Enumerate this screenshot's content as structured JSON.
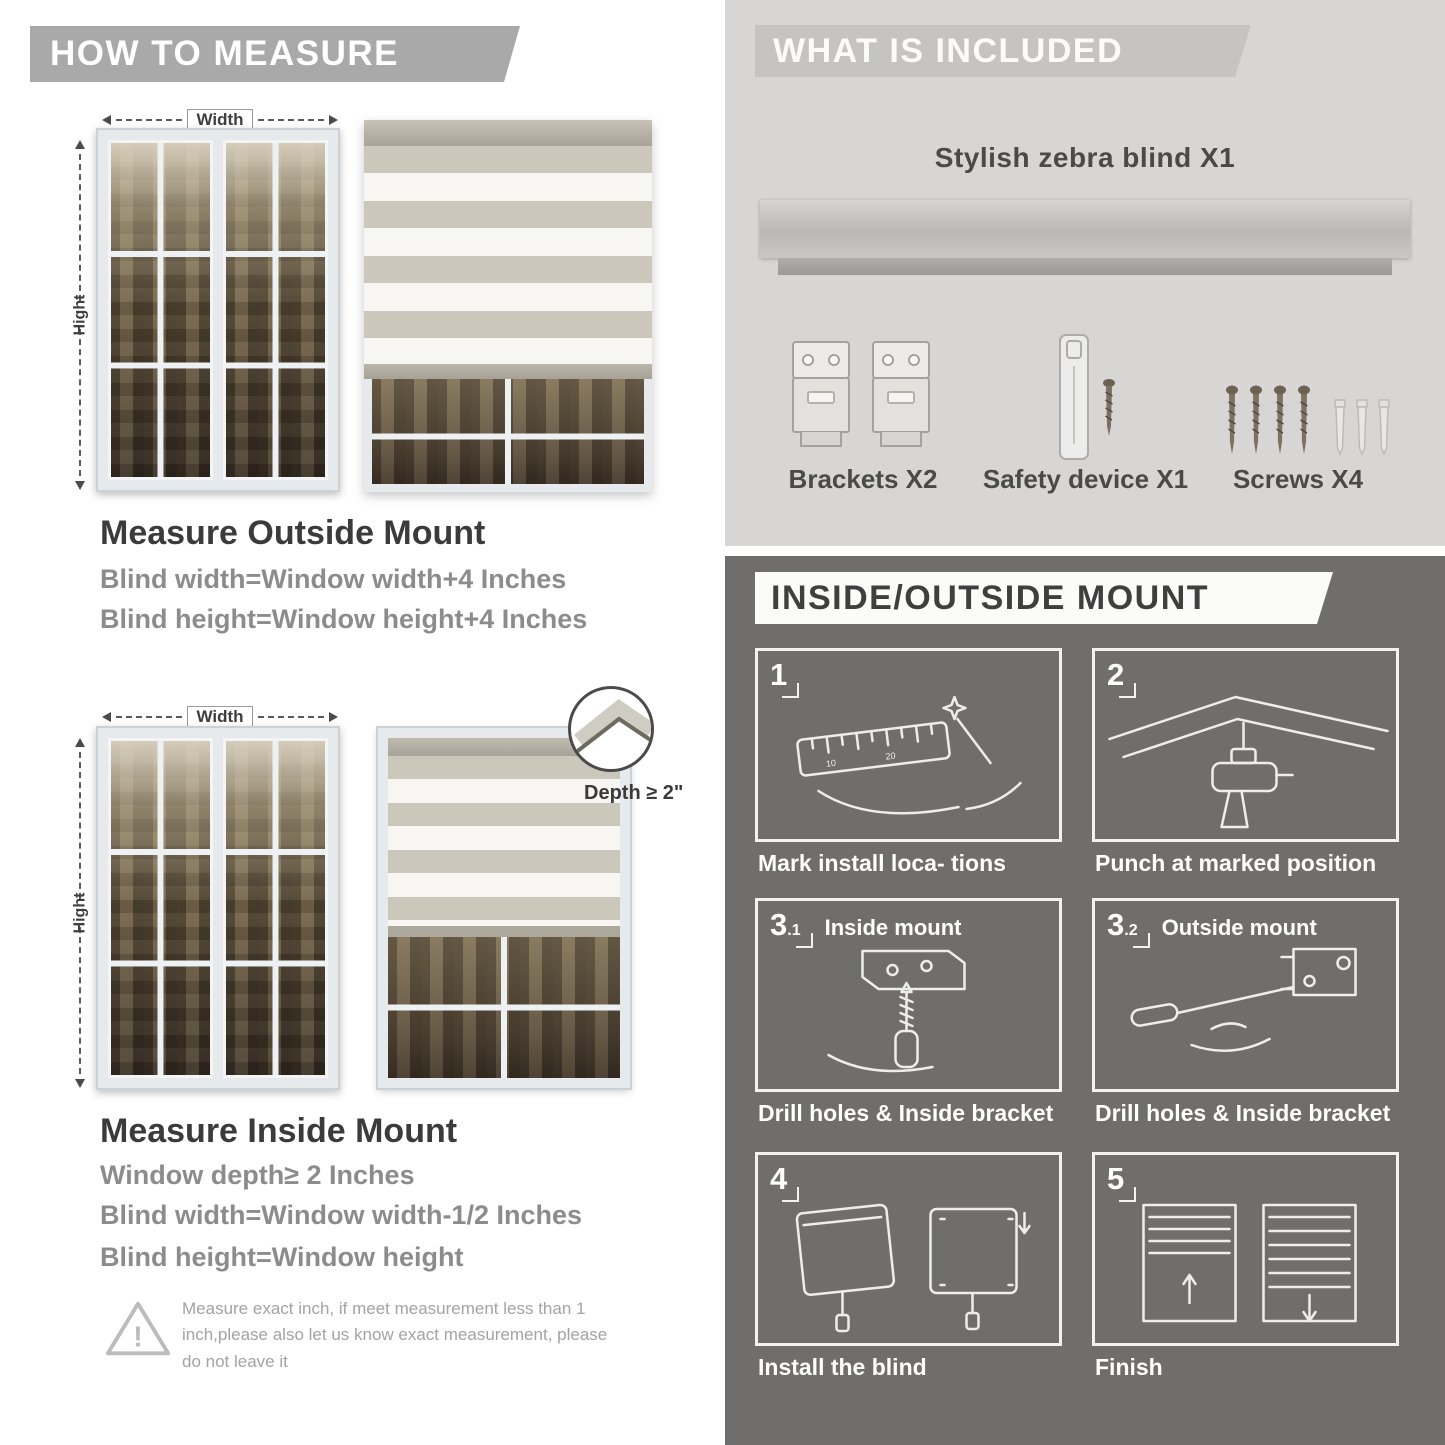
{
  "colors": {
    "banner_gray": "#a9a9a9",
    "included_panel": "#d7d6d4",
    "mount_panel": "#6f6e6c",
    "text_dark": "#3b3b3b",
    "text_gray": "#8c8c8c"
  },
  "left": {
    "header": "HOW TO MEASURE",
    "labels": {
      "width": "Width",
      "height": "Hight",
      "depth": "Depth ≥ 2\""
    },
    "outside": {
      "title": "Measure Outside Mount",
      "line1": "Blind width=Window width+4 Inches",
      "line2": "Blind height=Window height+4 Inches"
    },
    "inside": {
      "title": "Measure Inside Mount",
      "line1": "Window depth≥ 2 Inches",
      "line2": "Blind width=Window width-1/2 Inches",
      "line3": "Blind height=Window height"
    },
    "warning": {
      "icon": "!",
      "text": "Measure exact inch, if meet measurement less than 1 inch,please also let us know exact measurement, please do not leave it"
    }
  },
  "right": {
    "included": {
      "header": "WHAT IS INCLUDED",
      "product": "Stylish zebra blind X1",
      "items": [
        {
          "label": "Brackets X2"
        },
        {
          "label": "Safety device X1"
        },
        {
          "label": "Screws X4"
        }
      ]
    },
    "mount": {
      "header": "INSIDE/OUTSIDE MOUNT",
      "steps": [
        {
          "num": "1",
          "sub": "",
          "title": "",
          "caption": "Mark install loca- tions"
        },
        {
          "num": "2",
          "sub": "",
          "title": "",
          "caption": "Punch at  marked position"
        },
        {
          "num": "3",
          "sub": ".1",
          "title": "Inside mount",
          "caption": "Drill holes &  Inside bracket"
        },
        {
          "num": "3",
          "sub": ".2",
          "title": "Outside mount",
          "caption": "Drill holes &  Inside bracket"
        },
        {
          "num": "4",
          "sub": "",
          "title": "",
          "caption": "Install the blind"
        },
        {
          "num": "5",
          "sub": "",
          "title": "",
          "caption": "Finish"
        }
      ]
    }
  }
}
